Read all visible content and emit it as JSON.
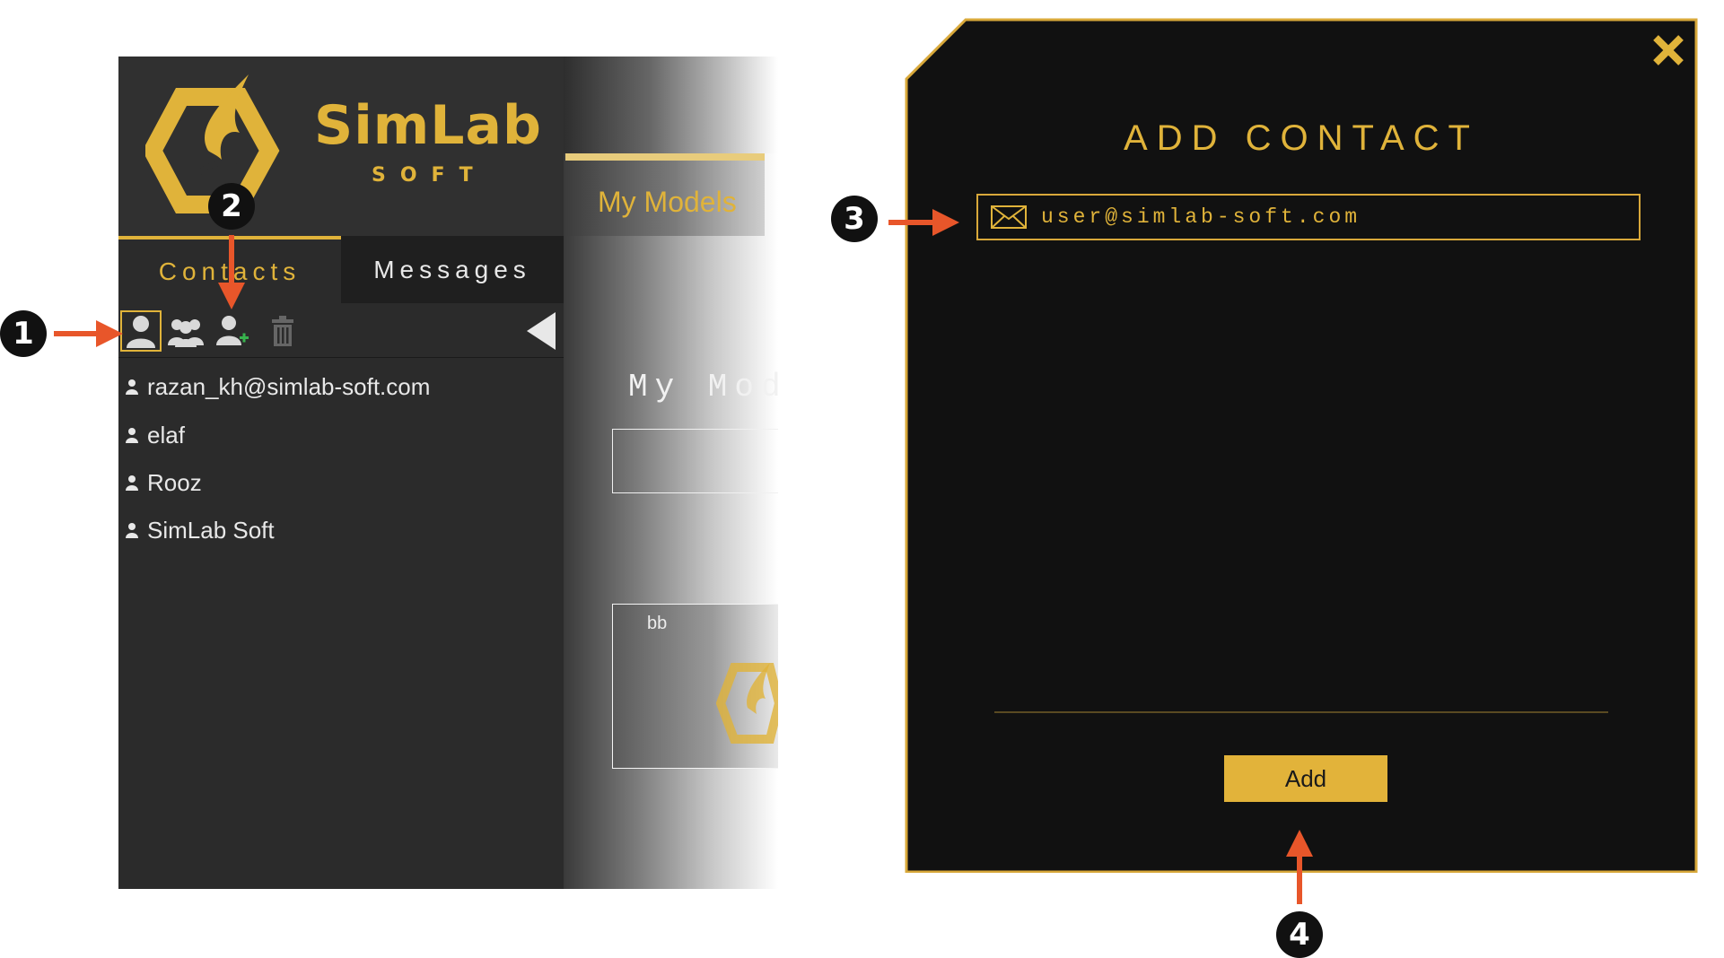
{
  "app": {
    "logo": {
      "name": "SimLab",
      "sub": "SOFT"
    },
    "tabs": {
      "contacts": "Contacts",
      "messages": "Messages"
    },
    "contacts": [
      {
        "label": "razan_kh@simlab-soft.com"
      },
      {
        "label": "elaf"
      },
      {
        "label": "Rooz"
      },
      {
        "label": "SimLab Soft"
      }
    ],
    "models": {
      "tab_label": "My Models",
      "heading": "My Mode",
      "card_label": "bb"
    }
  },
  "dialog": {
    "title": "ADD CONTACT",
    "email_value": "user@simlab-soft.com",
    "add_label": "Add"
  },
  "callouts": {
    "one": "1",
    "two": "2",
    "three": "3",
    "four": "4"
  },
  "colors": {
    "accent": "#e0b33a",
    "arrow": "#e8562a",
    "panel": "#111111"
  }
}
